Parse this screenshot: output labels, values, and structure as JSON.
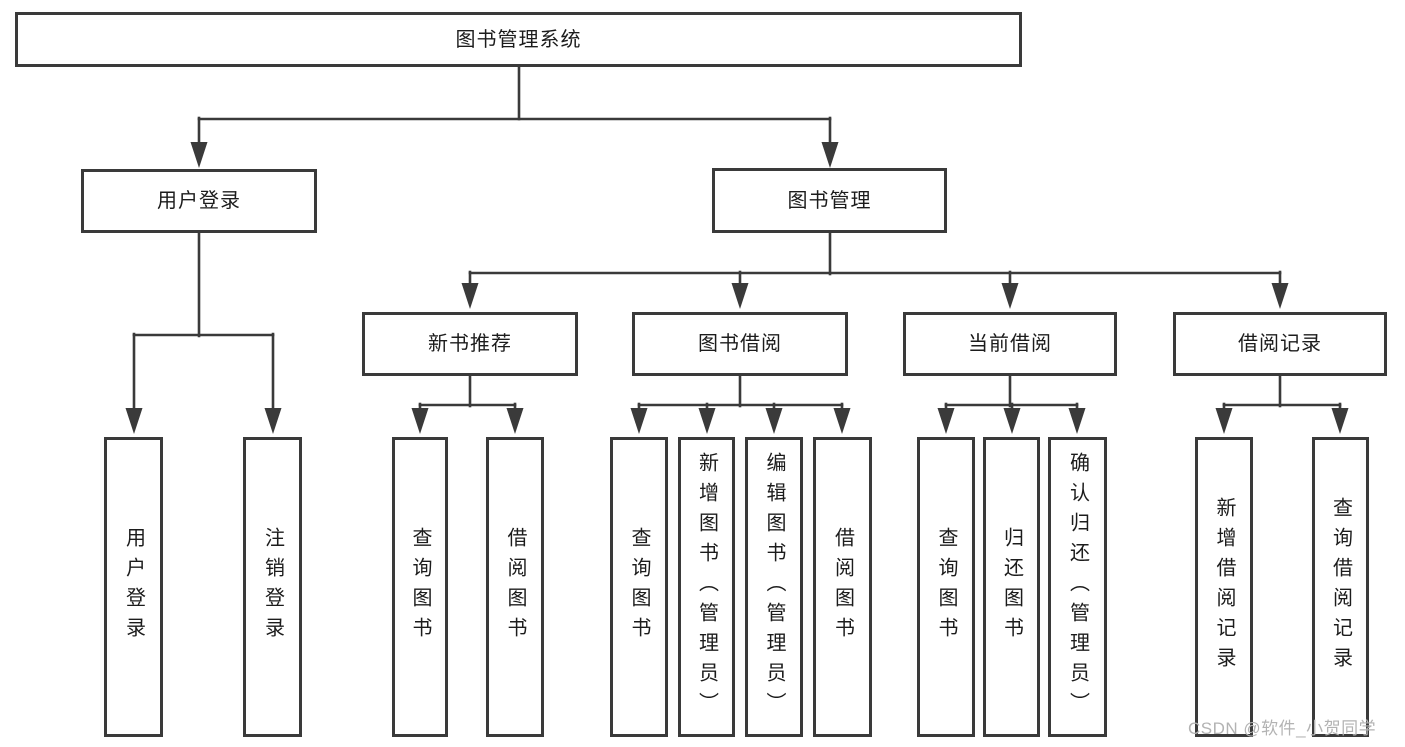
{
  "diagram_title": "图书管理系统",
  "nodes": {
    "root": {
      "id": "root",
      "label": "图书管理系统",
      "children": [
        "user-login",
        "book-management"
      ]
    },
    "level2": [
      {
        "id": "user-login",
        "label": "用户登录",
        "children": [
          "leaf-user-login",
          "leaf-logout"
        ]
      },
      {
        "id": "book-management",
        "label": "图书管理",
        "children": [
          "new-book-recommend",
          "book-borrow",
          "current-borrow",
          "borrow-records"
        ]
      }
    ],
    "level3": [
      {
        "id": "new-book-recommend",
        "label": "新书推荐",
        "children": [
          "查询图书",
          "借阅图书"
        ]
      },
      {
        "id": "book-borrow",
        "label": "图书借阅",
        "children": [
          "查询图书",
          "新增图书（管理员）",
          "编辑图书（管理员）",
          "借阅图书"
        ]
      },
      {
        "id": "current-borrow",
        "label": "当前借阅",
        "children": [
          "查询图书",
          "归还图书",
          "确认归还（管理员）"
        ]
      },
      {
        "id": "borrow-records",
        "label": "借阅记录",
        "children": [
          "新增借阅记录",
          "查询借阅记录"
        ]
      }
    ],
    "leaves": [
      {
        "id": "leaf-user-login",
        "label": "用户登录",
        "parent": "user-login"
      },
      {
        "id": "leaf-logout",
        "label": "注销登录",
        "parent": "user-login"
      },
      {
        "id": "leaf-query-books-1",
        "label": "查询图书",
        "parent": "new-book-recommend"
      },
      {
        "id": "leaf-borrow-books-1",
        "label": "借阅图书",
        "parent": "new-book-recommend"
      },
      {
        "id": "leaf-query-books-2",
        "label": "查询图书",
        "parent": "book-borrow"
      },
      {
        "id": "leaf-add-book-admin",
        "label": "新增图书（管理员）",
        "parent": "book-borrow"
      },
      {
        "id": "leaf-edit-book-admin",
        "label": "编辑图书（管理员）",
        "parent": "book-borrow"
      },
      {
        "id": "leaf-borrow-books-2",
        "label": "借阅图书",
        "parent": "book-borrow"
      },
      {
        "id": "leaf-query-books-3",
        "label": "查询图书",
        "parent": "current-borrow"
      },
      {
        "id": "leaf-return-books",
        "label": "归还图书",
        "parent": "current-borrow"
      },
      {
        "id": "leaf-confirm-return-admin",
        "label": "确认归还（管理员）",
        "parent": "current-borrow"
      },
      {
        "id": "leaf-add-borrow-record",
        "label": "新增借阅记录",
        "parent": "borrow-records"
      },
      {
        "id": "leaf-query-borrow-record",
        "label": "查询借阅记录",
        "parent": "borrow-records"
      }
    ]
  },
  "watermark": {
    "text": "CSDN @软件_小贺同学"
  },
  "colors": {
    "line": "#3a3a3a",
    "text": "#1c1c1c",
    "background": "#ffffff",
    "watermark": "#b3b3b3"
  }
}
